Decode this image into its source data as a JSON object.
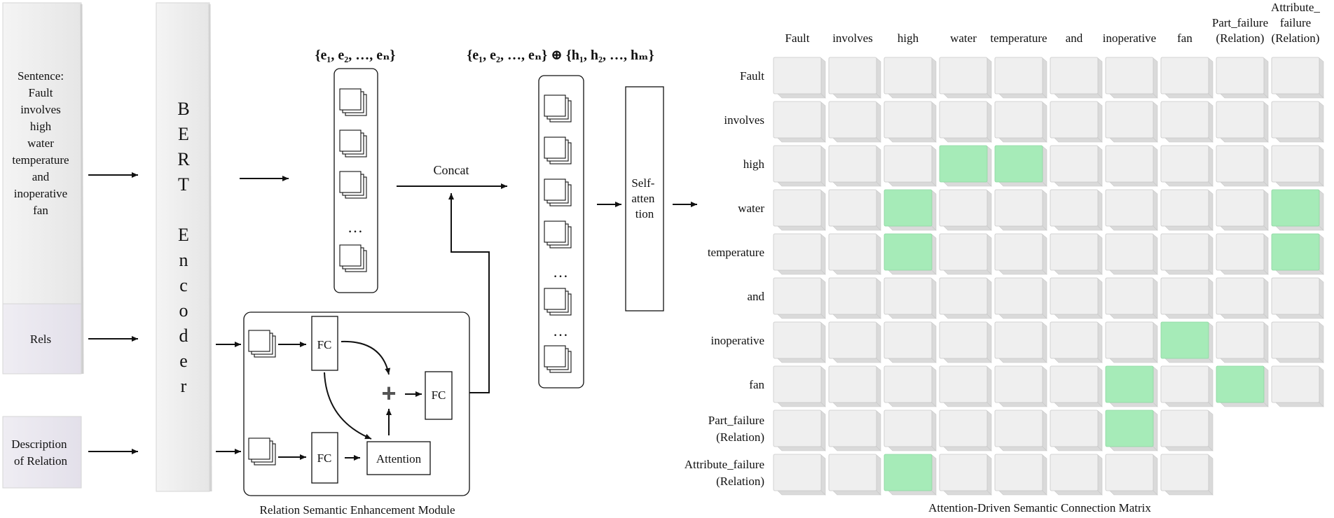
{
  "inputs": {
    "sentence": [
      "Sentence:",
      "Fault",
      "involves",
      "high",
      "water",
      "temperature",
      "and",
      "inoperative",
      "fan"
    ],
    "rels": "Rels",
    "description": [
      "Description",
      "of Relation"
    ]
  },
  "encoder": {
    "letters": [
      "B",
      "E",
      "R",
      "T",
      "",
      "E",
      "n",
      "c",
      "o",
      "d",
      "e",
      "r"
    ]
  },
  "embeddings": {
    "label_left": "{",
    "label_e1": "e",
    "label_formula": "{e₁, e₂, …, eₙ}",
    "concat_formula": "{e₁, e₂, …, eₙ} ⊕ {h₁, h₂, …, hₘ}",
    "dots": "…",
    "concat_label": "Concat"
  },
  "module": {
    "fc_top": "FC",
    "fc_bottom": "FC",
    "fc_right": "FC",
    "attention": "Attention",
    "plus": "+",
    "caption": "Relation Semantic Enhancement Module"
  },
  "self_attention": [
    "Self-",
    "atten",
    "tion"
  ],
  "matrix": {
    "caption": "Attention-Driven Semantic Connection Matrix",
    "columns": [
      [
        "Fault"
      ],
      [
        "involves"
      ],
      [
        "high"
      ],
      [
        "water"
      ],
      [
        "temperature"
      ],
      [
        "and"
      ],
      [
        "inoperative"
      ],
      [
        "fan"
      ],
      [
        "Part_failure",
        "(Relation)"
      ],
      [
        "Attribute_",
        "failure",
        "(Relation)"
      ]
    ],
    "rows": [
      [
        "Fault"
      ],
      [
        "involves"
      ],
      [
        "high"
      ],
      [
        "water"
      ],
      [
        "temperature"
      ],
      [
        "and"
      ],
      [
        "inoperative"
      ],
      [
        "fan"
      ],
      [
        "Part_failure",
        "(Relation)"
      ],
      [
        "Attribute_failure",
        "(Relation)"
      ]
    ],
    "row_cell_counts": [
      10,
      10,
      10,
      10,
      10,
      10,
      10,
      10,
      8,
      8
    ],
    "highlighted": [
      [
        2,
        3
      ],
      [
        2,
        4
      ],
      [
        3,
        2
      ],
      [
        3,
        9
      ],
      [
        4,
        2
      ],
      [
        4,
        9
      ],
      [
        6,
        7
      ],
      [
        7,
        6
      ],
      [
        7,
        8
      ],
      [
        8,
        6
      ],
      [
        9,
        2
      ]
    ],
    "colors": {
      "cell": "#efefef",
      "cell_side": "#dadada",
      "cell_border": "#c8c8c8",
      "highlight": "#a6ebb8",
      "highlight_side": "#8fd6a2"
    }
  }
}
